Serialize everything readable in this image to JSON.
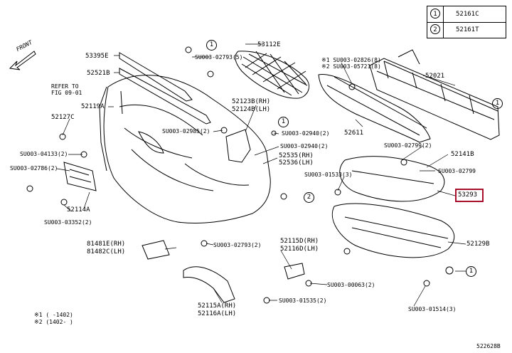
{
  "legend": {
    "rows": [
      {
        "marker": "1",
        "value": "52161C"
      },
      {
        "marker": "2",
        "value": "52161T"
      }
    ]
  },
  "front_label": "FRONT",
  "labels": {
    "p53395e": "53395E",
    "p52521b": "52521B",
    "refer": "REFER TO",
    "refer_fig": "FIG 09-01",
    "p52119a": "52119A",
    "p52127c": "52127C",
    "sd04133": "SU003-04133(2)",
    "sd02786": "SU003-02786(2)",
    "p52114a": "52114A",
    "sd03352": "SU003-03352(2)",
    "sd02793_top": "SU003-02793(5)",
    "p53112e": "53112E",
    "sd02985": "SU003-02985(2)",
    "p52123b": "52123B(RH)",
    "p52124b": "52124B(LH)",
    "sd02940a": "SU003-02940(2)",
    "sd02940b": "SU003-02940(2)",
    "p52535": "52535(RH)",
    "p52536": "52536(LH)",
    "sd02826": "※1 SU003-02826(8)",
    "sd05721": "※2 SU003-05721(8)",
    "p52021": "52021",
    "p52611": "52611",
    "sd02799a": "SU003-02799(2)",
    "p52141b": "52141B",
    "sd02799b": "SU003-02799",
    "sd01533": "SU003-01533(3)",
    "p53293": "53293",
    "p81481e": "81481E(RH)",
    "p81482c": "81482C(LH)",
    "sd02793_b": "SU003-02793(2)",
    "p52115d": "52115D(RH)",
    "p52116d": "52116D(LH)",
    "p52129b": "52129B",
    "sd00063": "SU003-00063(2)",
    "p52115a": "52115A(RH)",
    "p52116a": "52116A(LH)",
    "sd01535": "SU003-01535(2)",
    "sd01514": "SU003-01514(3)",
    "note1": "※1 (   -1402)",
    "note2": "※2 (1402-   )",
    "fig_code": "522628B"
  },
  "callouts": {
    "c_top": "1",
    "c_mid": "1",
    "c_lower": "2",
    "c_right_top": "1",
    "c_right_bot": "1"
  },
  "colors": {
    "line": "#000000",
    "highlight": "#a8102c"
  }
}
